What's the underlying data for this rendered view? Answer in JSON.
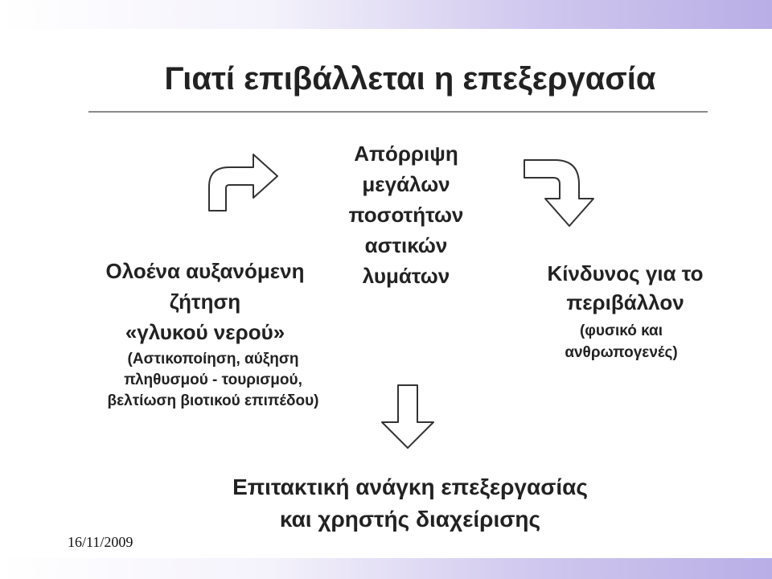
{
  "slide": {
    "title": "Γιατί επιβάλλεται η επεξεργασία",
    "center_lines": [
      "Απόρριψη",
      "μεγάλων",
      "ποσοτήτων",
      "αστικών",
      "λυμάτων"
    ],
    "left_lines": [
      "Ολοένα αυξανόμενη",
      "ζήτηση",
      "«γλυκού νερού»"
    ],
    "left_sub_lines": [
      "(Αστικοποίηση, αύξηση",
      "πληθυσμού - τουρισμού,",
      "βελτίωση βιοτικού επιπέδου)"
    ],
    "right_lines": [
      "Κίνδυνος για το",
      "περιβάλλον"
    ],
    "right_sub_lines": [
      "(φυσικό και",
      "ανθρωπογενές)"
    ],
    "bottom_lines": [
      "Επιτακτική ανάγκη επεξεργασίας",
      "και χρηστής διαχείρισης"
    ],
    "date": "16/11/2009"
  },
  "icons": {
    "arrow_left": "curved-arrow-up-right",
    "arrow_right": "curved-arrow-right-down",
    "arrow_down": "arrow-down"
  },
  "colors": {
    "band_start": "#ffffff",
    "band_end": "#b9aee6",
    "text": "#222222"
  }
}
